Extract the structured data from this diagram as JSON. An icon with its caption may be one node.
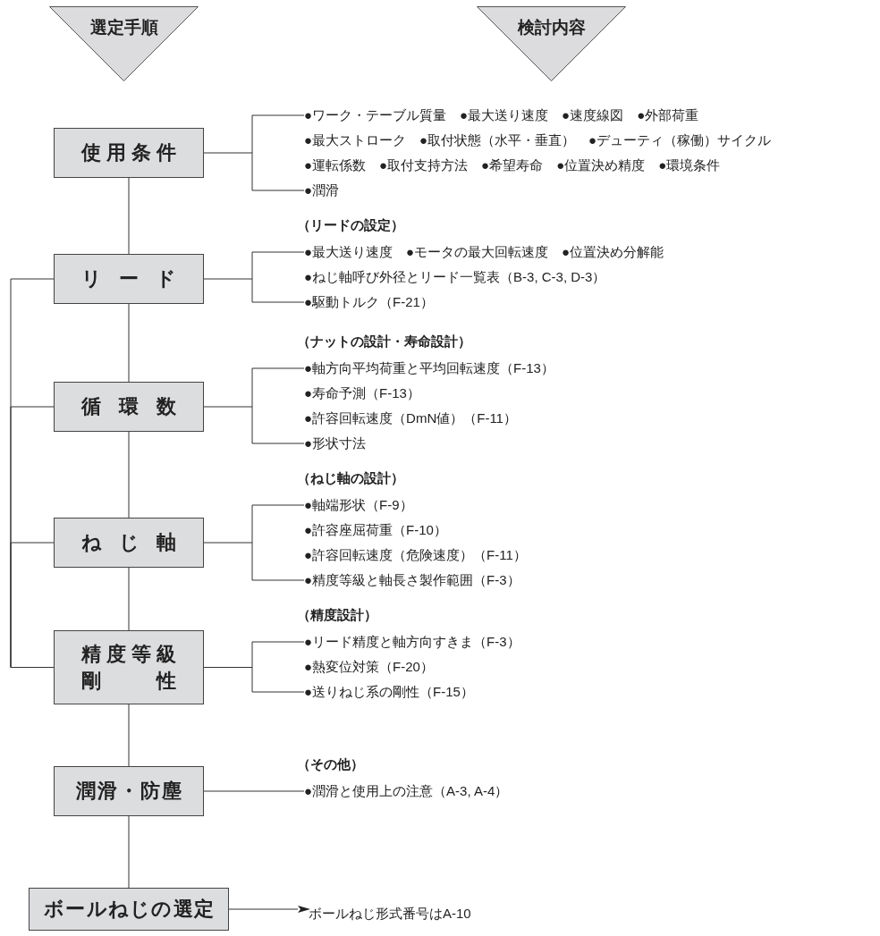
{
  "diagram": {
    "nodes": [
      {
        "text": [
          "選定手順"
        ]
      },
      {
        "text": [
          "検討内容"
        ]
      },
      {
        "text": [
          "使用条件"
        ]
      },
      {
        "text": [
          "リード"
        ]
      },
      {
        "text": [
          "循環数"
        ]
      },
      {
        "text": [
          "ねじ軸"
        ]
      },
      {
        "text": [
          "精度等級剛性"
        ]
      },
      {
        "text": [
          "潤滑・防塵"
        ]
      },
      {
        "text": [
          "ボールねじの選定"
        ]
      },
      {
        "text": [
          "●ワーク・テーブル質量　●最大送り速度　●速度線図　●外部荷重",
          "●最大ストローク　●取付状態（水平・垂直）　●デューティ（稼働）サイクル",
          "●運転係数　●取付支持方法　●希望寿命　●位置決め精度　●環境条件",
          "●潤滑"
        ]
      },
      {
        "text": [
          "●最大送り速度　●モータの最大回転速度　●位置決め分解能",
          "●ねじ軸呼び外径とリード一覧表（B-3, C-3, D-3）",
          "●駆動トルク（F-21）"
        ],
        "beside": [
          "（リードの設定）"
        ]
      },
      {
        "text": [
          "●軸方向平均荷重と平均回転速度（F-13）",
          "●寿命予測（F-13）",
          "●許容回転速度（DmN値）（F-11）",
          "●形状寸法"
        ],
        "beside": [
          "（ナットの設計・寿命設計）"
        ]
      },
      {
        "text": [
          "●軸端形状（F-9）",
          "●許容座屈荷重（F-10）",
          "●許容回転速度（危険速度）（F-11）",
          "●精度等級と軸長さ製作範囲（F-3）"
        ],
        "beside": [
          "（ねじ軸の設計）"
        ]
      },
      {
        "text": [
          "●リード精度と軸方向すきま（F-3）",
          "●熱変位対策（F-20）",
          "●送りねじ系の剛性（F-15）"
        ],
        "beside": [
          "（精度設計）"
        ]
      },
      {
        "text": [
          "●潤滑と使用上の注意（A-3, A-4）"
        ],
        "beside": [
          "（その他）"
        ]
      },
      {
        "text": [
          "ボールねじ形式番号はA-10"
        ]
      }
    ],
    "edges": [
      {
        "from": 2,
        "to": 3,
        "arrow": "none"
      },
      {
        "from": 3,
        "to": 4,
        "arrow": "none"
      },
      {
        "from": 4,
        "to": 5,
        "arrow": "none"
      },
      {
        "from": 5,
        "to": 6,
        "arrow": "none"
      },
      {
        "from": 6,
        "to": 7,
        "arrow": "none"
      },
      {
        "from": 7,
        "to": 8,
        "arrow": "none"
      },
      {
        "from": 6,
        "to": 3,
        "arrow": "none"
      },
      {
        "from": 6,
        "to": 4,
        "arrow": "none"
      },
      {
        "from": 6,
        "to": 5,
        "arrow": "none"
      },
      {
        "from": 2,
        "to": 9,
        "arrow": "none"
      },
      {
        "from": 3,
        "to": 10,
        "arrow": "none"
      },
      {
        "from": 4,
        "to": 11,
        "arrow": "none"
      },
      {
        "from": 5,
        "to": 12,
        "arrow": "none"
      },
      {
        "from": 6,
        "to": 13,
        "arrow": "none"
      },
      {
        "from": 7,
        "to": 14,
        "arrow": "none"
      },
      {
        "from": 8,
        "to": 15,
        "arrow": "to"
      }
    ]
  }
}
